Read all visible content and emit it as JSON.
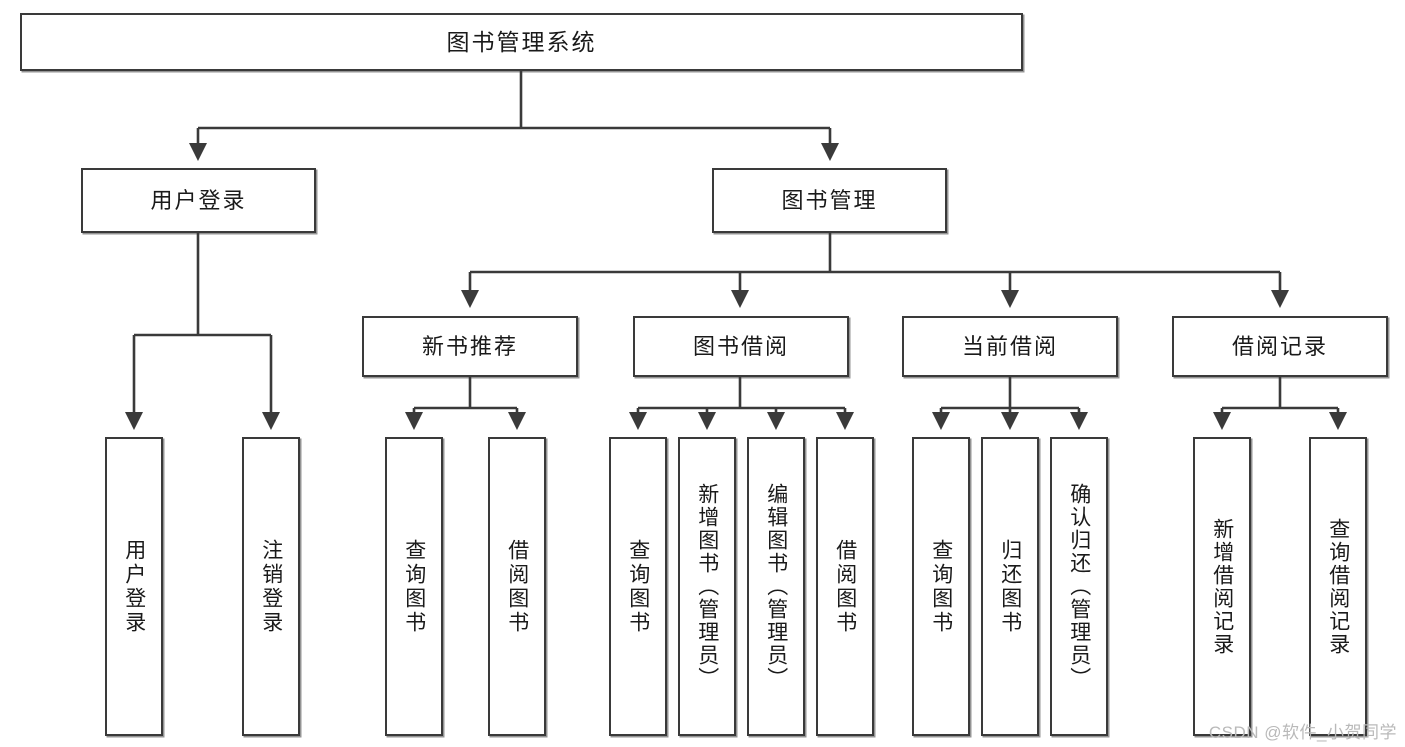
{
  "diagram": {
    "type": "tree",
    "title": "图书管理系统",
    "watermark": "CSDN @软件_小贺同学",
    "colors": {
      "box_border": "#3a3a3a",
      "box_fill": "#ffffff",
      "connector": "#3a3a3a",
      "text": "#1a1a1a",
      "watermark": "#b9b9b9"
    },
    "nodes": {
      "root": {
        "label": "图书管理系统"
      },
      "level2": [
        {
          "label": "用户登录"
        },
        {
          "label": "图书管理"
        }
      ],
      "level3": [
        {
          "label": "新书推荐"
        },
        {
          "label": "图书借阅"
        },
        {
          "label": "当前借阅"
        },
        {
          "label": "借阅记录"
        }
      ],
      "leaves": {
        "user_login": [
          {
            "label": "用户登录"
          },
          {
            "label": "注销登录"
          }
        ],
        "new_book": [
          {
            "label": "查询图书"
          },
          {
            "label": "借阅图书"
          }
        ],
        "book_borrow": [
          {
            "label": "查询图书"
          },
          {
            "label": "新增图书（管理员）"
          },
          {
            "label": "编辑图书（管理员）"
          },
          {
            "label": "借阅图书"
          }
        ],
        "current_borrow": [
          {
            "label": "查询图书"
          },
          {
            "label": "归还图书"
          },
          {
            "label": "确认归还（管理员）"
          }
        ],
        "borrow_record": [
          {
            "label": "新增借阅记录"
          },
          {
            "label": "查询借阅记录"
          }
        ]
      }
    }
  }
}
